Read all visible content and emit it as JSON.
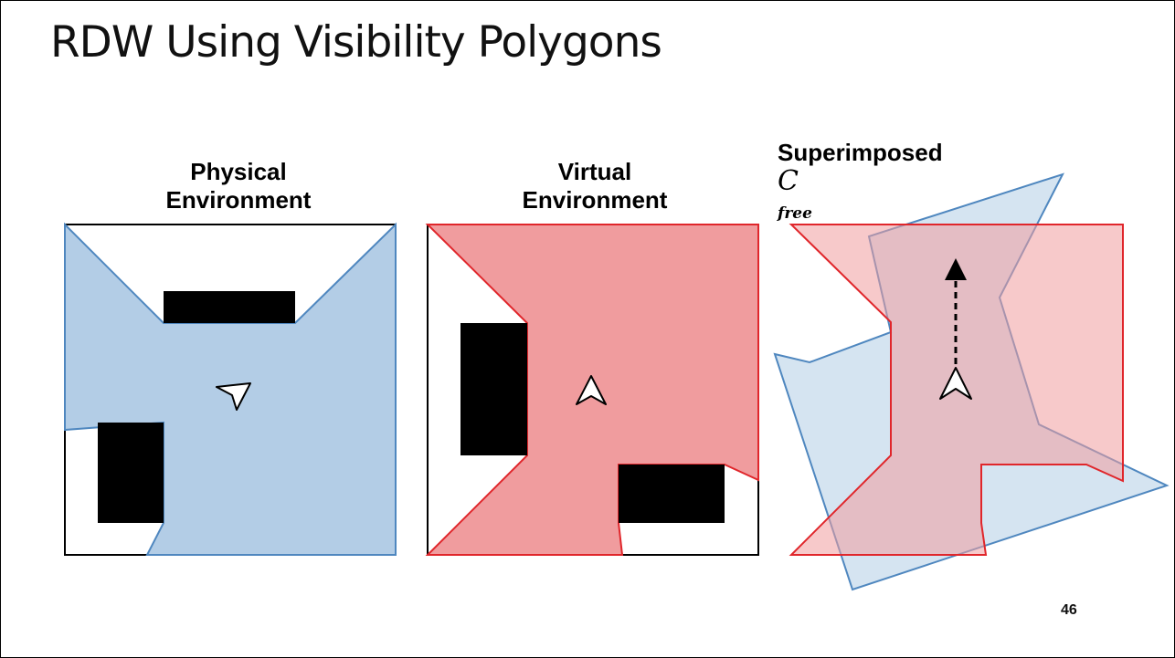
{
  "slide": {
    "title": "RDW Using Visibility Polygons",
    "page_number": "46"
  },
  "panels": {
    "physical": {
      "line1": "Physical",
      "line2": "Environment"
    },
    "virtual": {
      "line1": "Virtual",
      "line2": "Environment"
    },
    "superimposed": {
      "text": "Superimposed",
      "symbol": "C",
      "subscript": "free"
    }
  },
  "colors": {
    "physical_fill": "#b3cde6",
    "physical_stroke": "#4f87bf",
    "virtual_fill": "#f09c9e",
    "virtual_stroke": "#e0262b",
    "obstacle": "#000000"
  }
}
